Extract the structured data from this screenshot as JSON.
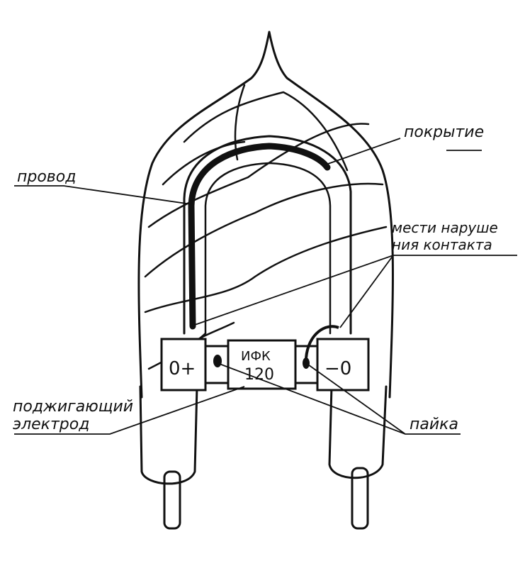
{
  "diagram": {
    "subject": "ИФК-120 flash lamp with wire contacts",
    "lamp_marking_line1": "ИФК",
    "lamp_marking_line2": "120",
    "terminal_plus": "0+",
    "terminal_minus": "−0",
    "labels": {
      "coating": "покрытие",
      "wire": "провод",
      "contact_fault_line1": "мести наруше",
      "contact_fault_line2": "ния контакта",
      "ignition_electrode_line1": "поджигающий",
      "ignition_electrode_line2": "электрод",
      "solder": "пайка"
    },
    "colors": {
      "ink": "#111111",
      "background": "#ffffff"
    }
  }
}
